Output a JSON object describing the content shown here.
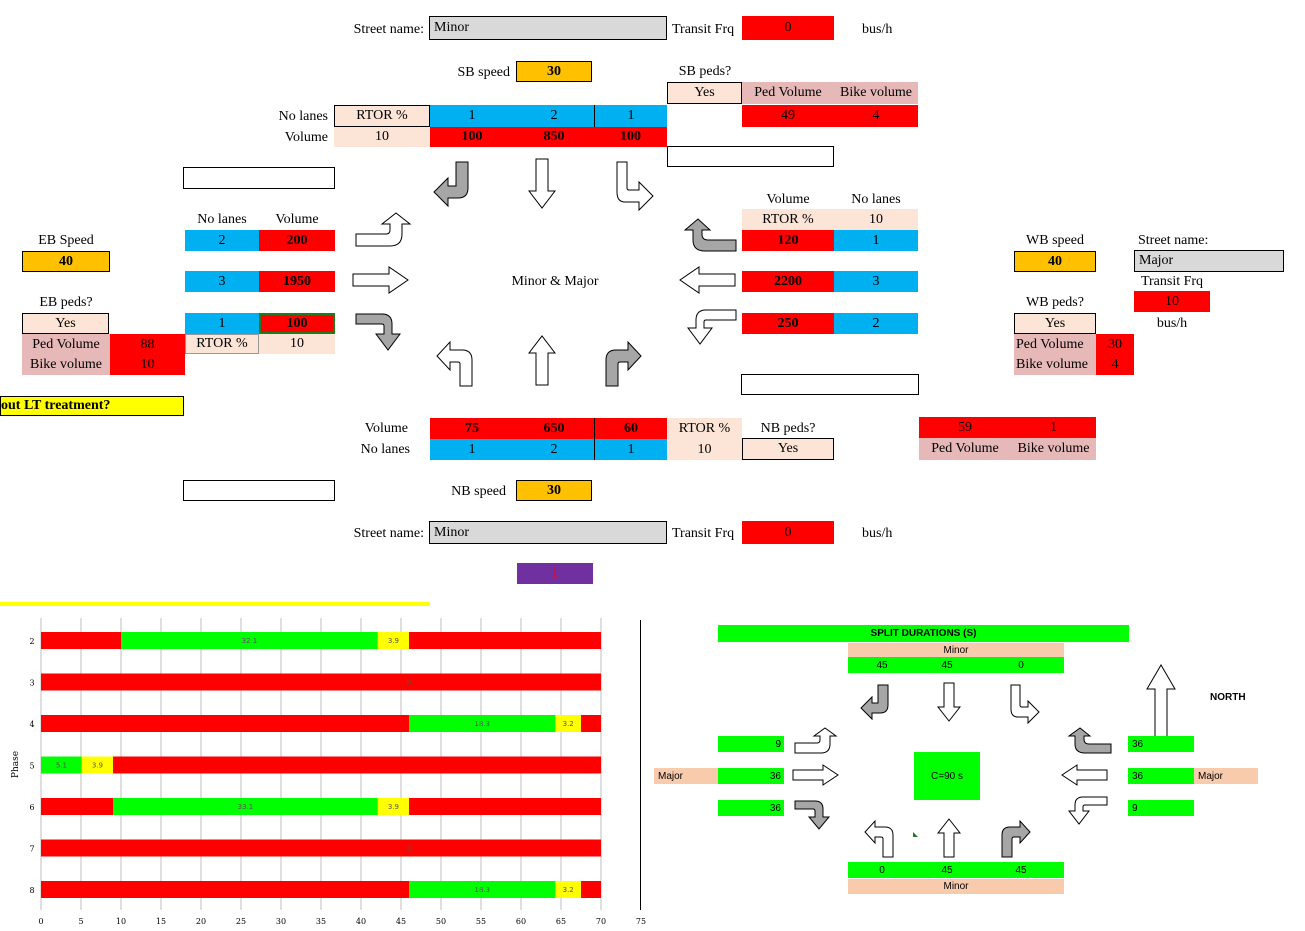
{
  "north": {
    "street_label": "Street name:",
    "street_value": "Minor",
    "transit_label": "Transit Frq",
    "transit_value": "0",
    "transit_unit": "bus/h",
    "speed_label": "SB speed",
    "speed_value": "30",
    "peds_label": "SB peds?",
    "peds_value": "Yes",
    "ped_vol_label": "Ped Volume",
    "bike_vol_label": "Bike volume",
    "ped_vol": "49",
    "bike_vol": "4",
    "lanes_label": "No lanes",
    "volume_label": "Volume",
    "rtor_label": "RTOR %",
    "rtor_value": "10",
    "lanes": [
      "1",
      "2",
      "1"
    ],
    "volumes": [
      "100",
      "850",
      "100"
    ]
  },
  "south": {
    "street_label": "Street name:",
    "street_value": "Minor",
    "transit_label": "Transit Frq",
    "transit_value": "0",
    "transit_unit": "bus/h",
    "speed_label": "NB speed",
    "speed_value": "30",
    "peds_label": "NB peds?",
    "peds_value": "Yes",
    "ped_vol_label": "Ped Volume",
    "bike_vol_label": "Bike volume",
    "ped_vol": "59",
    "bike_vol": "1",
    "volume_label": "Volume",
    "lanes_label": "No lanes",
    "rtor_label": "RTOR %",
    "rtor_value": "10",
    "volumes": [
      "75",
      "650",
      "60"
    ],
    "lanes": [
      "1",
      "2",
      "1"
    ],
    "purple_value": "1"
  },
  "east": {
    "speed_label": "EB Speed",
    "speed_value": "40",
    "peds_label": "EB peds?",
    "peds_value": "Yes",
    "ped_vol_label": "Ped Volume",
    "bike_vol_label": "Bike volume",
    "ped_vol": "88",
    "bike_vol": "10",
    "lanes_label": "No lanes",
    "volume_label": "Volume",
    "rtor_label": "RTOR %",
    "rtor_value": "10",
    "rows": [
      {
        "lanes": "2",
        "volume": "200"
      },
      {
        "lanes": "3",
        "volume": "1950"
      },
      {
        "lanes": "1",
        "volume": "100"
      }
    ],
    "lt_question": "out LT treatment?"
  },
  "west": {
    "speed_label": "WB speed",
    "speed_value": "40",
    "street_label": "Street name:",
    "street_value": "Major",
    "transit_label": "Transit Frq",
    "transit_value": "10",
    "transit_unit": "bus/h",
    "peds_label": "WB peds?",
    "peds_value": "Yes",
    "ped_vol_label": "Ped Volume",
    "bike_vol_label": "Bike volume",
    "ped_vol": "30",
    "bike_vol": "4",
    "volume_label": "Volume",
    "lanes_label": "No lanes",
    "rtor_label": "RTOR %",
    "rtor_value": "10",
    "rows": [
      {
        "volume": "120",
        "lanes": "1"
      },
      {
        "volume": "2200",
        "lanes": "3"
      },
      {
        "volume": "250",
        "lanes": "2"
      }
    ]
  },
  "center_label": "Minor & Major",
  "splits": {
    "title": "SPLIT DURATIONS (S)",
    "top_street": "Minor",
    "top_values": [
      "45",
      "45",
      "0"
    ],
    "bottom_street": "Minor",
    "bottom_values": [
      "0",
      "45",
      "45"
    ],
    "left_street": "Major",
    "left_values": [
      "9",
      "36",
      "36"
    ],
    "right_street": "Major",
    "right_values": [
      "36",
      "36",
      "9"
    ],
    "cycle": "C=90 s",
    "north": "NORTH"
  },
  "chart_data": {
    "type": "bar",
    "orientation": "horizontal-stacked",
    "ylabel": "Phase",
    "xlim": [
      0,
      75
    ],
    "xticks": [
      0,
      5,
      10,
      15,
      20,
      25,
      30,
      35,
      40,
      45,
      50,
      55,
      60,
      65,
      70,
      75
    ],
    "colors": {
      "red": "#ff0000",
      "green": "#00ff00",
      "yellow": "#ffff00"
    },
    "phases": [
      {
        "name": "2",
        "segments": [
          {
            "c": "red",
            "v": 10
          },
          {
            "c": "green",
            "v": 32.1,
            "label": "32.1"
          },
          {
            "c": "yellow",
            "v": 3.9,
            "label": "3.9"
          },
          {
            "c": "red",
            "v": 24
          }
        ]
      },
      {
        "name": "3",
        "segments": [
          {
            "c": "red",
            "v": 70
          }
        ],
        "label": "0"
      },
      {
        "name": "4",
        "segments": [
          {
            "c": "red",
            "v": 46
          },
          {
            "c": "green",
            "v": 18.3,
            "label": "18.3"
          },
          {
            "c": "yellow",
            "v": 3.2,
            "label": "3.2"
          },
          {
            "c": "red",
            "v": 2.5
          }
        ]
      },
      {
        "name": "5",
        "segments": [
          {
            "c": "green",
            "v": 5.1,
            "label": "5.1"
          },
          {
            "c": "yellow",
            "v": 3.9,
            "label": "3.9"
          },
          {
            "c": "red",
            "v": 61
          }
        ]
      },
      {
        "name": "6",
        "segments": [
          {
            "c": "red",
            "v": 9
          },
          {
            "c": "green",
            "v": 33.1,
            "label": "33.1"
          },
          {
            "c": "yellow",
            "v": 3.9,
            "label": "3.9"
          },
          {
            "c": "red",
            "v": 24
          }
        ]
      },
      {
        "name": "7",
        "segments": [
          {
            "c": "red",
            "v": 70
          }
        ],
        "label": "0"
      },
      {
        "name": "8",
        "segments": [
          {
            "c": "red",
            "v": 46
          },
          {
            "c": "green",
            "v": 18.3,
            "label": "18.3"
          },
          {
            "c": "yellow",
            "v": 3.2,
            "label": "3.2"
          },
          {
            "c": "red",
            "v": 2.5
          }
        ]
      }
    ]
  }
}
